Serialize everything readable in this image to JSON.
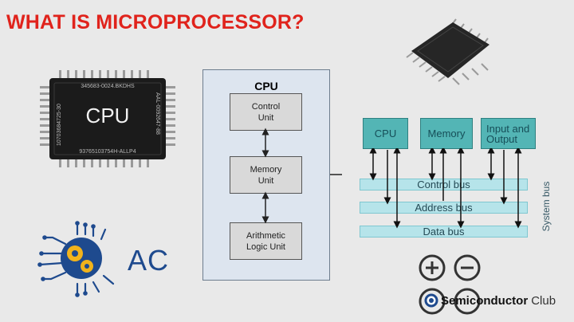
{
  "page": {
    "title": "WHAT IS MICROPROCESSOR?",
    "title_color": "#e0231c"
  },
  "chip_left": {
    "label": "CPU",
    "code_top": "345683-0024.BKDHS",
    "code_bottom": "93765103754H-ALLP4",
    "code_left": "10703684725-30",
    "code_right": "AAL-0092647-88"
  },
  "cpu_block": {
    "title": "CPU",
    "units": [
      "Control\nUnit",
      "Memory\nUnit",
      "Arithmetic\nLogic Unit"
    ]
  },
  "system": {
    "components": [
      "CPU",
      "Memory",
      "Input and\nOutput"
    ],
    "buses": [
      "Control bus",
      "Address bus",
      "Data bus"
    ],
    "label": "System bus"
  },
  "logo": {
    "text": "AC"
  },
  "brand": {
    "bold": "Semiconductor",
    "light": "Club"
  },
  "colors": {
    "teal": "#53b5b5",
    "bus": "#b6e4ea",
    "panel": "#dde5ef",
    "accent_blue": "#1e4a8e"
  }
}
